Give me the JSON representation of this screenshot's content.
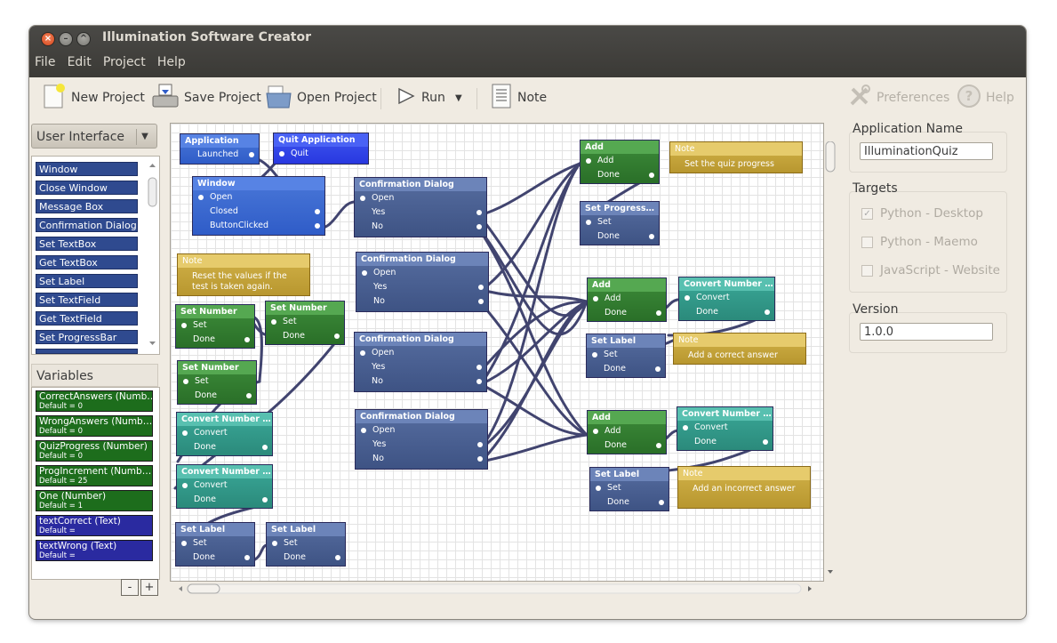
{
  "window": {
    "title": "Illumination Software Creator"
  },
  "menus": [
    "File",
    "Edit",
    "Project",
    "Help"
  ],
  "toolbar": {
    "new_project": "New Project",
    "save_project": "Save Project",
    "open_project": "Open Project",
    "run": "Run",
    "note": "Note",
    "preferences": "Preferences",
    "help": "Help"
  },
  "left_panel": {
    "category": "User Interface",
    "components": [
      "Window",
      "Close Window",
      "Message Box",
      "Confirmation Dialog",
      "Set TextBox",
      "Get TextBox",
      "Set Label",
      "Set TextField",
      "Get TextField",
      "Set ProgressBar"
    ],
    "variables_title": "Variables",
    "variables": [
      {
        "name": "CorrectAnswers (Numb…",
        "default": "Default = 0"
      },
      {
        "name": "WrongAnswers (Numb…",
        "default": "Default = 0"
      },
      {
        "name": "QuizProgress (Number)",
        "default": "Default = 0"
      },
      {
        "name": "ProgIncrement (Numb…",
        "default": "Default = 25"
      },
      {
        "name": "One (Number)",
        "default": "Default = 1"
      },
      {
        "name": "textCorrect (Text)",
        "default": "Default ="
      },
      {
        "name": "textWrong (Text)",
        "default": "Default ="
      }
    ],
    "remove_label": "-",
    "add_label": "+"
  },
  "right_panel": {
    "app_name_label": "Application Name",
    "app_name_value": "IlluminationQuiz",
    "targets_label": "Targets",
    "targets": [
      "Python - Desktop",
      "Python - Maemo",
      "JavaScript - Website"
    ],
    "targets_checked": [
      true,
      false,
      false
    ],
    "version_label": "Version",
    "version_value": "1.0.0"
  },
  "canvas": {
    "nodes": {
      "app": {
        "title": "Application",
        "ports": [
          "Launched"
        ]
      },
      "quit": {
        "title": "Quit Application",
        "ports": [
          "Quit"
        ]
      },
      "window": {
        "title": "Window",
        "ports": [
          "Open",
          "Closed",
          "ButtonClicked"
        ]
      },
      "cd1": {
        "title": "Confirmation Dialog",
        "ports": [
          "Open",
          "Yes",
          "No"
        ]
      },
      "cd2": {
        "title": "Confirmation Dialog",
        "ports": [
          "Open",
          "Yes",
          "No"
        ]
      },
      "cd3": {
        "title": "Confirmation Dialog",
        "ports": [
          "Open",
          "Yes",
          "No"
        ]
      },
      "cd4": {
        "title": "Confirmation Dialog",
        "ports": [
          "Open",
          "Yes",
          "No"
        ]
      },
      "note1": {
        "title": "Note",
        "text": "Reset the values if the test is taken again."
      },
      "sn1": {
        "title": "Set Number",
        "ports": [
          "Set",
          "Done"
        ]
      },
      "sn2": {
        "title": "Set Number",
        "ports": [
          "Set",
          "Done"
        ]
      },
      "sn3": {
        "title": "Set Number",
        "ports": [
          "Set",
          "Done"
        ]
      },
      "cn1": {
        "title": "Convert Number …",
        "ports": [
          "Convert",
          "Done"
        ]
      },
      "cn2": {
        "title": "Convert Number …",
        "ports": [
          "Convert",
          "Done"
        ]
      },
      "sl1": {
        "title": "Set Label",
        "ports": [
          "Set",
          "Done"
        ]
      },
      "sl2": {
        "title": "Set Label",
        "ports": [
          "Set",
          "Done"
        ]
      },
      "add1": {
        "title": "Add",
        "ports": [
          "Add",
          "Done"
        ]
      },
      "note2": {
        "title": "Note",
        "text": "Set the quiz progress"
      },
      "sp": {
        "title": "Set Progress…",
        "ports": [
          "Set",
          "Done"
        ]
      },
      "add2": {
        "title": "Add",
        "ports": [
          "Add",
          "Done"
        ]
      },
      "cn3": {
        "title": "Convert Number …",
        "ports": [
          "Convert",
          "Done"
        ]
      },
      "sl3": {
        "title": "Set Label",
        "ports": [
          "Set",
          "Done"
        ]
      },
      "note3": {
        "title": "Note",
        "text": "Add a correct answer"
      },
      "add3": {
        "title": "Add",
        "ports": [
          "Add",
          "Done"
        ]
      },
      "cn4": {
        "title": "Convert Number …",
        "ports": [
          "Convert",
          "Done"
        ]
      },
      "sl4": {
        "title": "Set Label",
        "ports": [
          "Set",
          "Done"
        ]
      },
      "note4": {
        "title": "Note",
        "text": "Add an incorrect answer"
      }
    }
  }
}
